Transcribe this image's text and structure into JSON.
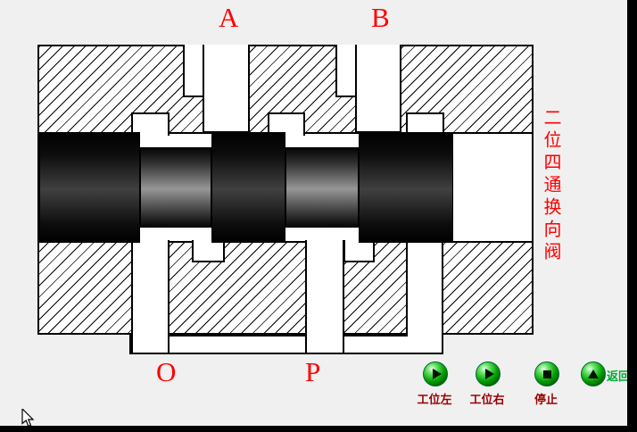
{
  "window": {
    "background": "#f0f0f0",
    "edge_color": "#000000"
  },
  "diagram": {
    "title_vertical": "二位四通换向阀",
    "port_labels": {
      "a": "A",
      "b": "B",
      "o": "O",
      "p": "P"
    },
    "label_color": "#ff0000"
  },
  "controls": {
    "buttons": [
      {
        "label": "工位左",
        "icon": "play-icon"
      },
      {
        "label": "工位右",
        "icon": "play-icon"
      },
      {
        "label": "停止",
        "icon": "stop-icon"
      },
      {
        "label": "返回",
        "icon": "eject-icon"
      }
    ],
    "caption_color": "#990000",
    "return_color": "#00aa33",
    "orb_color": "#00a000"
  }
}
